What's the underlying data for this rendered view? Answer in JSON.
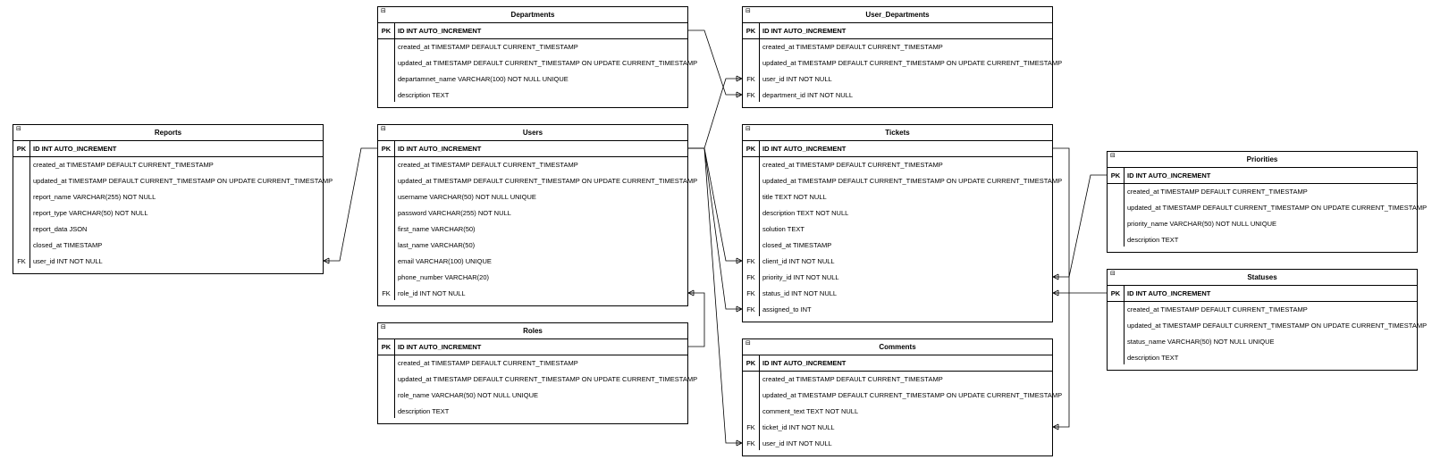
{
  "collapse_glyph": "⊟",
  "tables": [
    {
      "id": "departments",
      "title": "Departments",
      "rows": [
        {
          "key": "PK",
          "field": "ID INT AUTO_INCREMENT"
        },
        {
          "key": "",
          "field": "created_at TIMESTAMP DEFAULT CURRENT_TIMESTAMP"
        },
        {
          "key": "",
          "field": "updated_at TIMESTAMP DEFAULT CURRENT_TIMESTAMP ON UPDATE CURRENT_TIMESTAMP"
        },
        {
          "key": "",
          "field": "departamnet_name VARCHAR(100) NOT NULL UNIQUE"
        },
        {
          "key": "",
          "field": "description TEXT"
        }
      ]
    },
    {
      "id": "user_departments",
      "title": "User_Departments",
      "rows": [
        {
          "key": "PK",
          "field": "ID INT AUTO_INCREMENT"
        },
        {
          "key": "",
          "field": "created_at TIMESTAMP DEFAULT CURRENT_TIMESTAMP"
        },
        {
          "key": "",
          "field": "updated_at TIMESTAMP DEFAULT CURRENT_TIMESTAMP ON UPDATE CURRENT_TIMESTAMP"
        },
        {
          "key": "FK",
          "field": "user_id INT NOT NULL"
        },
        {
          "key": "FK",
          "field": "department_id INT NOT NULL"
        }
      ]
    },
    {
      "id": "reports",
      "title": "Reports",
      "rows": [
        {
          "key": "PK",
          "field": "ID INT AUTO_INCREMENT"
        },
        {
          "key": "",
          "field": "created_at TIMESTAMP DEFAULT CURRENT_TIMESTAMP"
        },
        {
          "key": "",
          "field": "updated_at TIMESTAMP DEFAULT CURRENT_TIMESTAMP ON UPDATE CURRENT_TIMESTAMP"
        },
        {
          "key": "",
          "field": "report_name VARCHAR(255) NOT NULL"
        },
        {
          "key": "",
          "field": "report_type VARCHAR(50) NOT NULL"
        },
        {
          "key": "",
          "field": "report_data JSON"
        },
        {
          "key": "",
          "field": "closed_at TIMESTAMP"
        },
        {
          "key": "FK",
          "field": "user_id INT NOT NULL"
        }
      ]
    },
    {
      "id": "users",
      "title": "Users",
      "rows": [
        {
          "key": "PK",
          "field": "ID INT AUTO_INCREMENT"
        },
        {
          "key": "",
          "field": "created_at TIMESTAMP DEFAULT CURRENT_TIMESTAMP"
        },
        {
          "key": "",
          "field": "updated_at TIMESTAMP DEFAULT CURRENT_TIMESTAMP ON UPDATE CURRENT_TIMESTAMP"
        },
        {
          "key": "",
          "field": "username VARCHAR(50) NOT NULL UNIQUE"
        },
        {
          "key": "",
          "field": "password VARCHAR(255) NOT NULL"
        },
        {
          "key": "",
          "field": "first_name VARCHAR(50)"
        },
        {
          "key": "",
          "field": "last_name VARCHAR(50)"
        },
        {
          "key": "",
          "field": "email VARCHAR(100) UNIQUE"
        },
        {
          "key": "",
          "field": "phone_number VARCHAR(20)"
        },
        {
          "key": "FK",
          "field": "role_id INT NOT NULL"
        }
      ]
    },
    {
      "id": "tickets",
      "title": "Tickets",
      "rows": [
        {
          "key": "PK",
          "field": "ID INT AUTO_INCREMENT"
        },
        {
          "key": "",
          "field": "created_at TIMESTAMP DEFAULT CURRENT_TIMESTAMP"
        },
        {
          "key": "",
          "field": "updated_at TIMESTAMP DEFAULT CURRENT_TIMESTAMP ON UPDATE CURRENT_TIMESTAMP"
        },
        {
          "key": "",
          "field": "title TEXT NOT NULL"
        },
        {
          "key": "",
          "field": "description TEXT NOT NULL"
        },
        {
          "key": "",
          "field": "solution TEXT"
        },
        {
          "key": "",
          "field": "closed_at TIMESTAMP"
        },
        {
          "key": "FK",
          "field": "client_id INT NOT NULL"
        },
        {
          "key": "FK",
          "field": "priority_id INT NOT NULL"
        },
        {
          "key": "FK",
          "field": "status_id INT NOT NULL"
        },
        {
          "key": "FK",
          "field": "assigned_to INT"
        }
      ]
    },
    {
      "id": "priorities",
      "title": "Priorities",
      "rows": [
        {
          "key": "PK",
          "field": "ID INT AUTO_INCREMENT"
        },
        {
          "key": "",
          "field": "created_at TIMESTAMP DEFAULT CURRENT_TIMESTAMP"
        },
        {
          "key": "",
          "field": "updated_at TIMESTAMP DEFAULT CURRENT_TIMESTAMP ON UPDATE CURRENT_TIMESTAMP"
        },
        {
          "key": "",
          "field": "priority_name VARCHAR(50) NOT NULL UNIQUE"
        },
        {
          "key": "",
          "field": "description TEXT"
        }
      ]
    },
    {
      "id": "statuses",
      "title": "Statuses",
      "rows": [
        {
          "key": "PK",
          "field": "ID INT AUTO_INCREMENT"
        },
        {
          "key": "",
          "field": "created_at TIMESTAMP DEFAULT CURRENT_TIMESTAMP"
        },
        {
          "key": "",
          "field": "updated_at TIMESTAMP DEFAULT CURRENT_TIMESTAMP ON UPDATE CURRENT_TIMESTAMP"
        },
        {
          "key": "",
          "field": "status_name VARCHAR(50) NOT NULL UNIQUE"
        },
        {
          "key": "",
          "field": "description TEXT"
        }
      ]
    },
    {
      "id": "roles",
      "title": "Roles",
      "rows": [
        {
          "key": "PK",
          "field": "ID INT AUTO_INCREMENT"
        },
        {
          "key": "",
          "field": "created_at TIMESTAMP DEFAULT CURRENT_TIMESTAMP"
        },
        {
          "key": "",
          "field": "updated_at TIMESTAMP DEFAULT CURRENT_TIMESTAMP ON UPDATE CURRENT_TIMESTAMP"
        },
        {
          "key": "",
          "field": "role_name VARCHAR(50) NOT NULL UNIQUE"
        },
        {
          "key": "",
          "field": "description TEXT"
        }
      ]
    },
    {
      "id": "comments",
      "title": "Comments",
      "rows": [
        {
          "key": "PK",
          "field": "ID INT AUTO_INCREMENT"
        },
        {
          "key": "",
          "field": "created_at TIMESTAMP DEFAULT CURRENT_TIMESTAMP"
        },
        {
          "key": "",
          "field": "updated_at TIMESTAMP DEFAULT CURRENT_TIMESTAMP ON UPDATE CURRENT_TIMESTAMP"
        },
        {
          "key": "",
          "field": "comment_text TEXT NOT NULL"
        },
        {
          "key": "FK",
          "field": "ticket_id  INT NOT NULL"
        },
        {
          "key": "FK",
          "field": "user_id INT NOT NULL"
        }
      ]
    }
  ],
  "relationships": [
    {
      "from": "departments",
      "from_row": 0,
      "to": "user_departments",
      "to_row": 4
    },
    {
      "from": "users",
      "from_row": 0,
      "to": "user_departments",
      "to_row": 3
    },
    {
      "from": "users",
      "from_row": 0,
      "to": "reports",
      "to_row": 7
    },
    {
      "from": "roles",
      "from_row": 0,
      "to": "users",
      "to_row": 9
    },
    {
      "from": "users",
      "from_row": 0,
      "to": "tickets",
      "to_row": 7
    },
    {
      "from": "users",
      "from_row": 0,
      "to": "tickets",
      "to_row": 10
    },
    {
      "from": "users",
      "from_row": 0,
      "to": "comments",
      "to_row": 5
    },
    {
      "from": "priorities",
      "from_row": 0,
      "to": "tickets",
      "to_row": 8
    },
    {
      "from": "statuses",
      "from_row": 0,
      "to": "tickets",
      "to_row": 9
    },
    {
      "from": "tickets",
      "from_row": 0,
      "to": "comments",
      "to_row": 4
    }
  ]
}
